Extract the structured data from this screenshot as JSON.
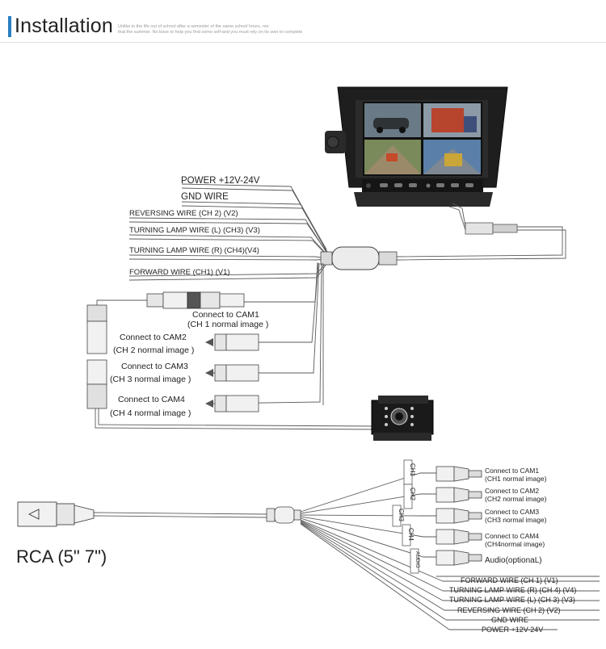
{
  "header": {
    "title": "Installation",
    "subtitle_line1": "Unlike in the life out of school after a semester of the same school hours, nor",
    "subtitle_line2": "that the summer. No bose to help you find some self-and you must rely on its own to complete"
  },
  "upper_diagram": {
    "wire_labels": [
      "POWER +12V-24V",
      "GND WIRE",
      "REVERSING WIRE (CH  2) (V2)",
      "TURNING LAMP WIRE (L) (CH3) (V3)",
      "TURNING LAMP WIRE (R) (CH4)(V4)",
      "FORWARD WIRE  (CH1) (V1)"
    ],
    "camera_labels": [
      {
        "line1": "Connect to CAM1",
        "line2": "(CH 1  normal image )"
      },
      {
        "line1": "Connect to CAM2",
        "line2": "(CH 2  normal image )"
      },
      {
        "line1": "Connect to CAM3",
        "line2": "(CH 3  normal image )"
      },
      {
        "line1": "Connect to CAM4",
        "line2": "(CH 4  normal image )"
      }
    ]
  },
  "lower_diagram": {
    "rca_title": "RCA (5\" 7\")",
    "channel_tags": [
      "CH1",
      "CH2",
      "CH3",
      "CH4",
      "AUDIO"
    ],
    "camera_labels": [
      {
        "line1": "Connect to CAM1",
        "line2": "(CH1 normal image)"
      },
      {
        "line1": "Connect to CAM2",
        "line2": "(CH2 normal image)"
      },
      {
        "line1": "Connect to CAM3",
        "line2": "(CH3 normal image)"
      },
      {
        "line1": "Connect to CAM4",
        "line2": "(CH4normal image)"
      }
    ],
    "audio_label": "Audio(optionaL)",
    "wire_labels": [
      "FORWARD WIRE  (CH  1) (V1)",
      "TURNING LAMP WIRE (R) (CH  4) (V4)",
      "TURNING LAMP WIRE (L) (CH  3) (V3)",
      "REVERSING WIRE (CH  2) (V2)",
      "GND WIRE",
      "POWER +12V-24V"
    ]
  }
}
